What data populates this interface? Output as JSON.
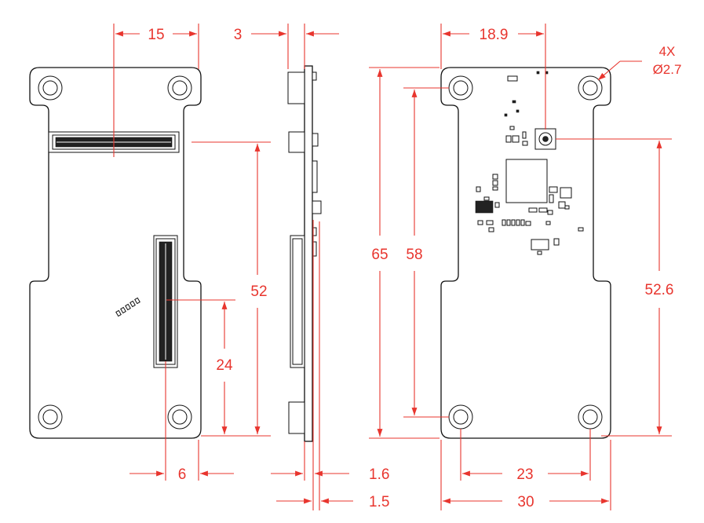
{
  "colors": {
    "dimension": "#e8352e",
    "outline": "#111111"
  },
  "dimensions": {
    "left_view": {
      "connector_offset": "15",
      "connector_span": "52",
      "connector_height": "24",
      "connector_margin": "6"
    },
    "side_view": {
      "component_height": "3",
      "board_thickness": "1.6",
      "overall_thickness": "1.5"
    },
    "right_view": {
      "antenna_offset": "18.9",
      "hole_count": "4X",
      "hole_diameter": "Ø2.7",
      "overall_height": "65",
      "hole_spacing_vertical": "58",
      "antenna_to_hole": "52.6",
      "hole_spacing_horizontal": "23",
      "overall_width": "30"
    }
  }
}
